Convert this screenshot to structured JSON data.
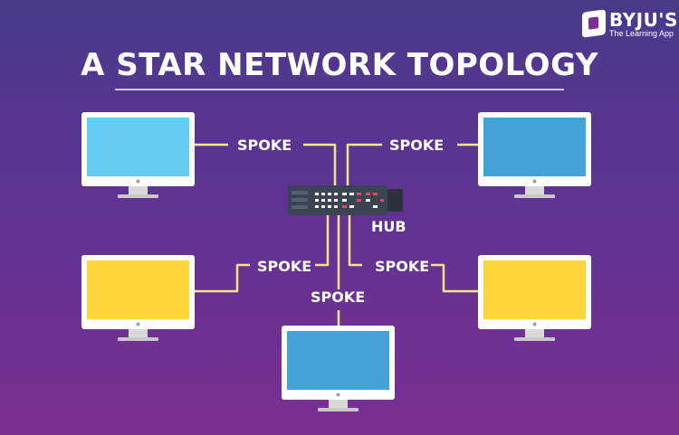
{
  "title": "A STAR NETWORK TOPOLOGY",
  "brand": {
    "name": "BYJU'S",
    "tagline": "The Learning App",
    "mark": "byjus-logo-icon"
  },
  "hub": {
    "label": "HUB"
  },
  "spokes": [
    "SPOKE",
    "SPOKE",
    "SPOKE",
    "SPOKE",
    "SPOKE"
  ],
  "colors": {
    "monitor_frame": "#ffffff",
    "screen_light_blue": "#66ccf5",
    "screen_blue": "#45a2d9",
    "screen_yellow": "#ffd43b",
    "stand": "#d9d9d9",
    "connector": "#f3e68a",
    "hub_body": "#3a4452"
  }
}
